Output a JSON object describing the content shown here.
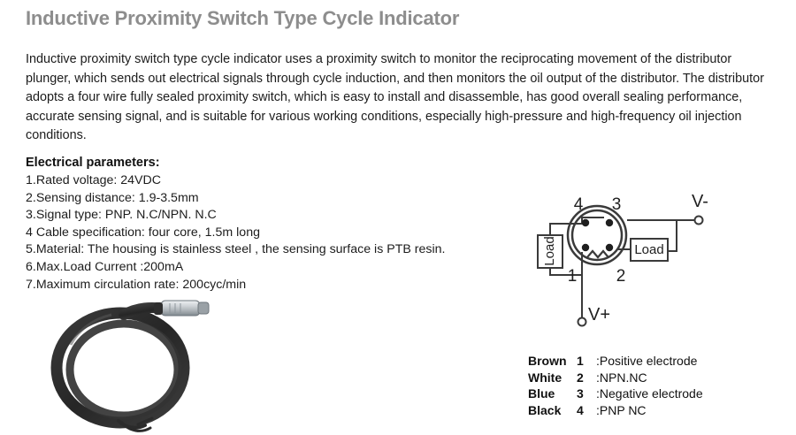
{
  "page": {
    "title": "Inductive Proximity Switch Type Cycle Indicator",
    "title_color": "#8d8d8d",
    "background": "#ffffff",
    "intro": "Inductive proximity switch type cycle indicator uses a proximity switch to monitor the reciprocating movement of the distributor plunger, which sends out electrical signals through cycle induction, and then monitors the oil output of the distributor. The distributor adopts a four wire fully sealed proximity switch, which is easy to install and disassemble, has good overall sealing performance, accurate sensing signal, and is suitable for various working conditions, especially high-pressure and high-frequency oil injection conditions."
  },
  "parameters": {
    "heading": "Electrical parameters:",
    "items": [
      "1.Rated voltage: 24VDC",
      "2.Sensing distance: 1.9-3.5mm",
      "3.Signal type: PNP. N.C/NPN. N.C",
      "4 Cable specification: four core, 1.5m long",
      "5.Material: The housing is stainless steel  ,  the sensing surface is PTB resin.",
      "6.Max.Load Current :200mA",
      "7.Maximum circulation rate: 200cyc/min"
    ]
  },
  "photo": {
    "alt": "coiled black four-core cable with stainless steel proximity sensor head",
    "cable_color": "#2b2b2b",
    "sensor_body_color": "#c6cbcf",
    "sensor_tip_color": "#8b9196"
  },
  "diagram": {
    "alt": "four pin connector wiring diagram",
    "connector": {
      "pins": [
        "1",
        "2",
        "3",
        "4"
      ],
      "pin_label_4": "4",
      "pin_label_3": "3",
      "pin_label_1": "1",
      "pin_label_2": "2"
    },
    "load_left_label": "Load",
    "load_right_label": "Load",
    "terminal_negative": "V-",
    "terminal_positive": "V+",
    "line_color": "#3a3a3a"
  },
  "legend": {
    "rows": [
      {
        "color": "Brown",
        "pin": "1",
        "desc": ":Positive electrode"
      },
      {
        "color": "White",
        "pin": "2",
        "desc": ":NPN.NC"
      },
      {
        "color": "Blue",
        "pin": "3",
        "desc": ":Negative electrode"
      },
      {
        "color": "Black",
        "pin": "4",
        "desc": ":PNP NC"
      }
    ]
  }
}
